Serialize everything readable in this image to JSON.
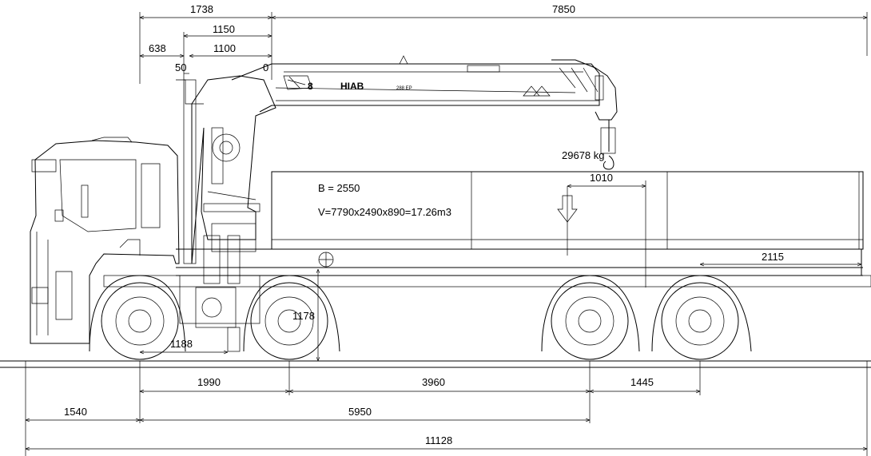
{
  "vehicle": {
    "payload_text": "B = 2550",
    "volume_text": "V=7790x2490x890=17.26m3",
    "crane_capacity": "29678 kg",
    "crane_brand": "HIAB",
    "crane_marker": "8",
    "crane_model": "288 EP"
  },
  "dimensions": {
    "d1738": "1738",
    "d7850": "7850",
    "d1150": "1150",
    "d638": "638",
    "d1100": "1100",
    "d50": "50",
    "d0": "0",
    "d1010": "1010",
    "d2115": "2115",
    "d1178": "1178",
    "d1188": "1188",
    "d1990": "1990",
    "d3960": "3960",
    "d1445": "1445",
    "d1540": "1540",
    "d5950": "5950",
    "d11128": "11128"
  }
}
